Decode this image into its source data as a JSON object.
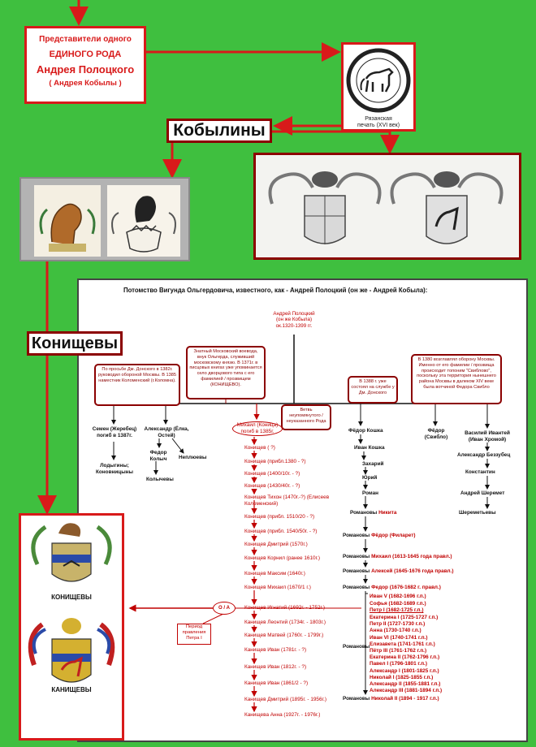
{
  "header": {
    "line1": "Представители одного",
    "line2": "ЕДИНОГО РОДА",
    "line3": "Андрея Полоцкого",
    "line4": "( Андрея Кобылы )"
  },
  "seal": {
    "caption1": "Рязанская",
    "caption2": "печать (XVI век)"
  },
  "kobyliny_label": "Кобылины",
  "konishchevy_label": "Конищевы",
  "coat_labels": {
    "konishchevy": "КОНИЩЕВЫ",
    "kanishchevy": "КАНИЩЕВЫ"
  },
  "tree": {
    "title": "Потомство Вигунда Ольгердовича, известного, как - Андрей Полоцкий (он же - Андрей Кобыла):",
    "root": "Андрей Полоцкий (он же Кобыла) ок.1320-1399 гг.",
    "notes": {
      "semen": "По просьбе Дм. Донского в 1382г. руководил обороной Москвы. В 1385 наместник Коломенский (г.Коломна).",
      "mikhail": "Знатный Московский воевода, внук Ольгерда, служивший московскому князю. В 1371г. в писцовых книгах уже упоминается село дворцового типа с его фамилией / прозвищем (КОНИЩЕВО).",
      "vetv": "Ветвь неупомянутого / неуказанного Рода",
      "koshka": "В 1388 г. уже состоял на службе у Дм. Донского",
      "svibl": "В 1380 возглавлял оборону Москвы. Именно от его фамилии / прозвища происходит топоним \"Свиблово\", поскольку эта территория нынешнего района Москвы в далеком XIV веке была вотчиной Федора Свибло"
    },
    "sons": {
      "semen": "Семен (Жеребец) погиб в 1387г.",
      "semen_desc": "Лодыгины; Коновницыны",
      "alexander": "Александр (Ёлка, Остей)",
      "fedor_kolych": "Федор Колыч",
      "nepluevy": "Неплюевы",
      "kolychevy": "Колычевы",
      "mikhail": "Михаил (Коница) погиб в 1385г.",
      "fedor_koshka": "Фёдор Кошка",
      "fedor_svibl": "Фёдор (Свибло)",
      "vasily": "Василий Ивантей (Иван Хромой)"
    },
    "konishchev_line": [
      "Конищев ( ?)",
      "Конищев (прибл.1380 - ?)",
      "Конищев (1400/10г. - ?)",
      "Конищев (1430/40г. - ?)",
      "Конищев Тихон (1470г.-?) (Елисеев Коломенский)",
      "Конищев (прибл. 1510/20 - ?)",
      "Конищев (прибл. 1540/50г. - ?)",
      "Конищев Дмитрий (1570г.)",
      "Конищев Корнил (ранее 1610г.)",
      "Конищев Максим (1640г.)",
      "Конищев Михаил (1670/1 г.)",
      "Конищев Игнатий (1692г. - 1752г.)",
      "Канищев Леонтий (1734г. - 1803г.)",
      "Канищев Матвей (1760г. - 1799г.)",
      "Канищев Иван (1781г. - ?)",
      "Канищев Иван (1812г. - ?)",
      "Канищев Иван (1861/2 - ?)",
      "Канищев Дмитрий (1895г. - 1956г.)",
      "Канищева Анна (1927г. - 1976г.)"
    ],
    "koshka_line": [
      "Иван Кошка",
      "Захарий",
      "Юрий",
      "Роман"
    ],
    "romanovs": [
      {
        "prefix": "Романовы",
        "name": "Никита"
      },
      {
        "prefix": "Романовы",
        "name": "Фёдор (Филарет)"
      },
      {
        "prefix": "Романовы",
        "name": "Михаил (1613-1645 года правл.)"
      },
      {
        "prefix": "Романовы",
        "name": "Алексей (1645-1676 года правл.)"
      },
      {
        "prefix": "Романовы",
        "name": "Федор (1676-1682 г. правл.)"
      }
    ],
    "tsars_a": [
      "Иван V (1682-1696 г.п.)",
      "Софья (1682-1689 г.п.)",
      "Петр I (1682-1725 г.п.)"
    ],
    "tsars_b": [
      "Екатерина I (1725-1727 г.п.)",
      "Петр II (1727-1730 г.п.)",
      "Анна (1730-1740 г.п.)",
      "Иван VI (1740-1741 г.п.)",
      "Елизавета (1741-1761 г.п.)",
      "Пётр III (1761-1762 г.п.)",
      "Екатерина II (1762-1796 г.п.)",
      "Павел I (1796-1801 г.п.)",
      "Александр I (1801-1825 г.п.)",
      "Николай I (1825-1855 г.п.)",
      "Александр II (1855-1881 г.п.)",
      "Александр III (1881-1894 г.п.)"
    ],
    "romanovs_mid": "Романовы",
    "last_romanov": {
      "prefix": "Романовы",
      "name": "Николай II (1894 - 1917 г.п.)"
    },
    "svibl_line": [
      "Александр Беззубец",
      "Константин",
      "Андрей Шеремет",
      "Шереметьевы"
    ],
    "oa": "О / А",
    "period": "Период правления Петра I"
  },
  "colors": {
    "background": "#3fbf3f",
    "accent_red": "#d81a1a",
    "dark_red": "#8b0000"
  }
}
